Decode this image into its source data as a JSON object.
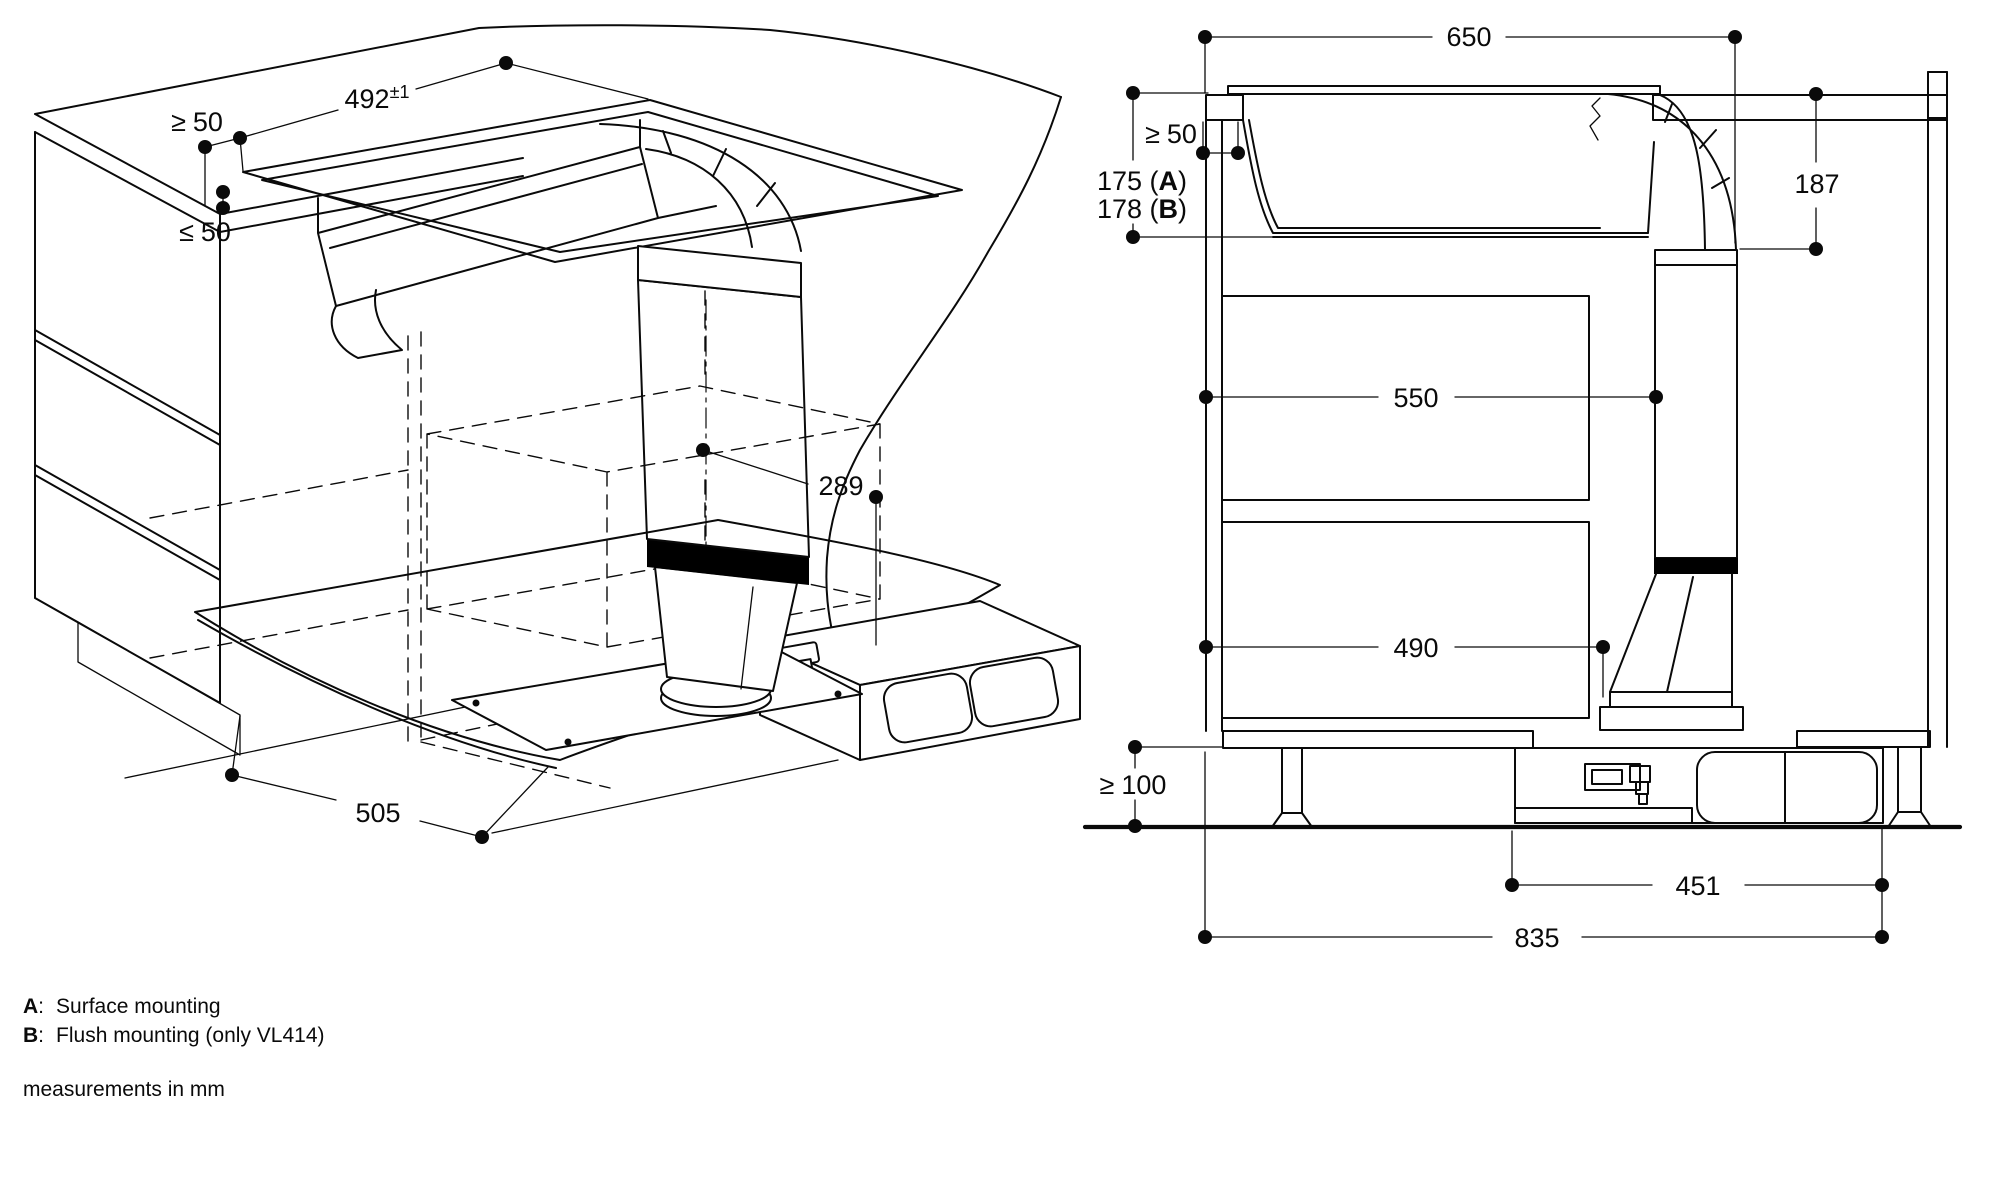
{
  "colors": {
    "line": "#0a0a0a",
    "background": "#ffffff",
    "shelf_gray": "#d7d7d7",
    "hose_gray": "#c6c6c6",
    "collar_gray": "#b8b8b8",
    "band_black": "#000000"
  },
  "iso_view": {
    "name": "isometric installation view",
    "dims": {
      "min_side_clearance": {
        "prefix": "≥",
        "value": "50"
      },
      "cutout_length": {
        "value": "492",
        "tolerance": "±1"
      },
      "max_front_overhang": {
        "prefix": "≤",
        "value": "50"
      },
      "hose_length": {
        "value": "289"
      },
      "shelf_depth": {
        "value": "505"
      }
    }
  },
  "section_view": {
    "name": "cross section view",
    "dims": {
      "worktop_depth": {
        "value": "650"
      },
      "min_counter_overlap": {
        "prefix": "≥",
        "value": "50"
      },
      "install_depth_a": {
        "pre": "175 (",
        "key": "A",
        "post": ")"
      },
      "install_depth_b": {
        "pre": "178 (",
        "key": "B",
        "post": ")"
      },
      "duct_drop": {
        "value": "187"
      },
      "upper_drawer_depth": {
        "value": "550"
      },
      "lower_drawer_depth": {
        "value": "490"
      },
      "min_plinth_height": {
        "prefix": "≥",
        "value": "100"
      },
      "blower_offset": {
        "value": "451"
      },
      "overall_depth": {
        "value": "835"
      }
    }
  },
  "legend": {
    "items": [
      {
        "key": "A",
        "sep": ":",
        "label": "Surface mounting"
      },
      {
        "key": "B",
        "sep": ":",
        "label": "Flush mounting (only VL414)"
      }
    ],
    "units_note": "measurements in mm"
  }
}
